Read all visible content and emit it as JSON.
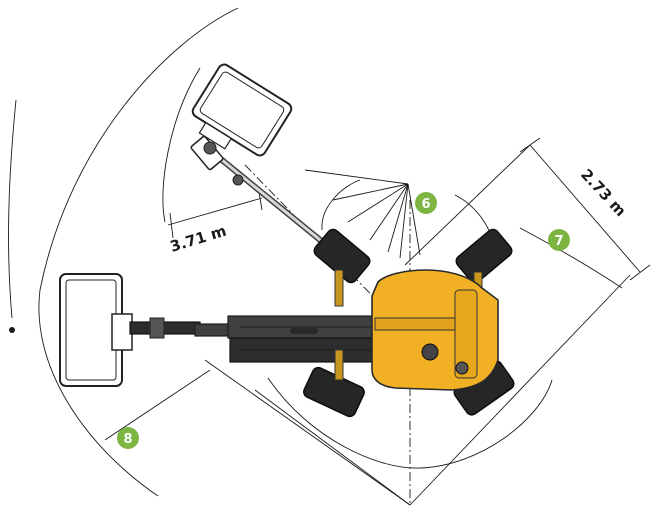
{
  "dimensions": {
    "inner_radius_label": "3.71 m",
    "side_clearance_label": "2.73 m"
  },
  "badges": [
    {
      "number": "6"
    },
    {
      "number": "7"
    },
    {
      "number": "8"
    }
  ],
  "colors": {
    "chassis": "#f2b124",
    "boom": "#3e4042",
    "badge": "#7cb542",
    "line": "#1a1a1a"
  }
}
